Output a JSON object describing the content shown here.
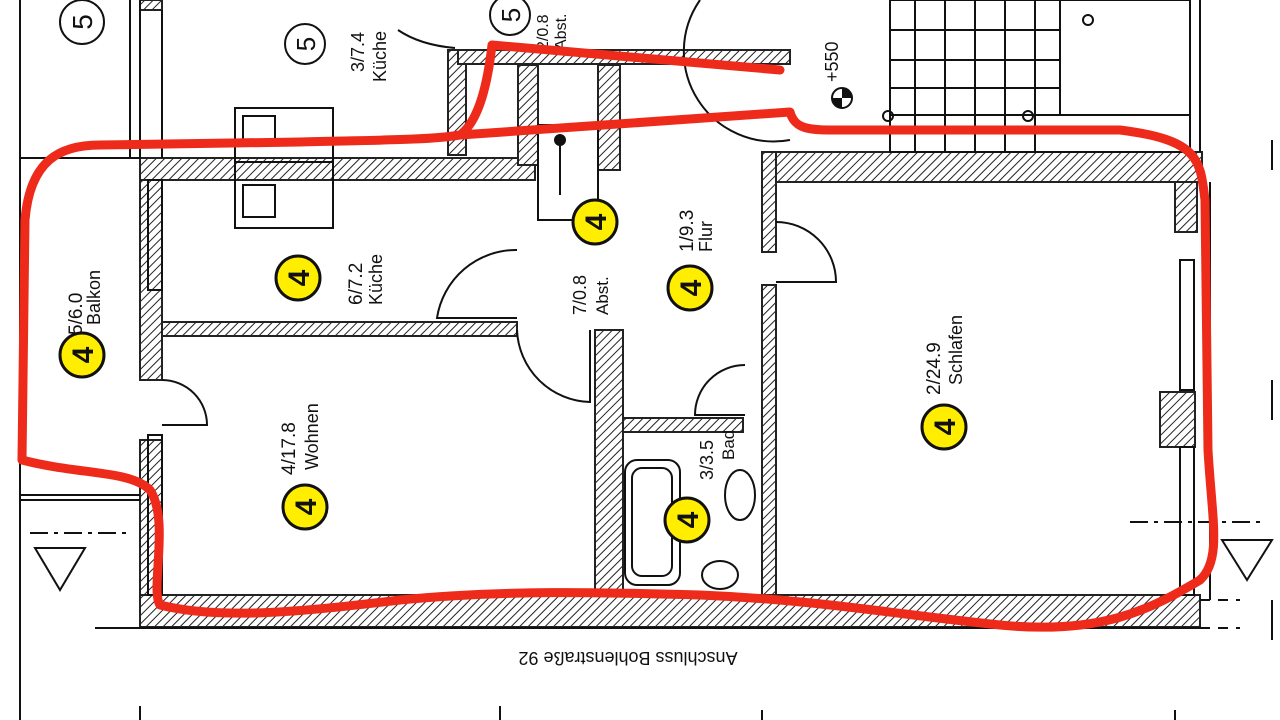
{
  "rooms": [
    {
      "id": "balkon",
      "code": "5/6.0",
      "name": "Balkon",
      "unit": "4"
    },
    {
      "id": "kueche",
      "code": "6/7.2",
      "name": "Küche",
      "unit": "4"
    },
    {
      "id": "wohnen",
      "code": "4/17.8",
      "name": "Wohnen",
      "unit": "4"
    },
    {
      "id": "abst",
      "code": "7/0.8",
      "name": "Abst.",
      "unit": "4"
    },
    {
      "id": "flur",
      "code": "1/9.3",
      "name": "Flur",
      "unit": "4"
    },
    {
      "id": "bad",
      "code": "3/3.5",
      "name": "Bad",
      "unit": "4"
    },
    {
      "id": "schlafen",
      "code": "2/24.9",
      "name": "Schlafen",
      "unit": "4"
    }
  ],
  "neighbor": {
    "kueche_code": "3/7.4",
    "kueche_name": "Küche",
    "abst_code": "2/0.8",
    "abst_name": "Abst.",
    "unit_a": "5",
    "unit_b": "5",
    "unit_c": "5"
  },
  "elevation": "+550",
  "street_caption": "Anschluss Bohlenstraße 92",
  "colors": {
    "outline": "#ee2a1a",
    "badge": "#ffee00",
    "wall": "#222222"
  }
}
